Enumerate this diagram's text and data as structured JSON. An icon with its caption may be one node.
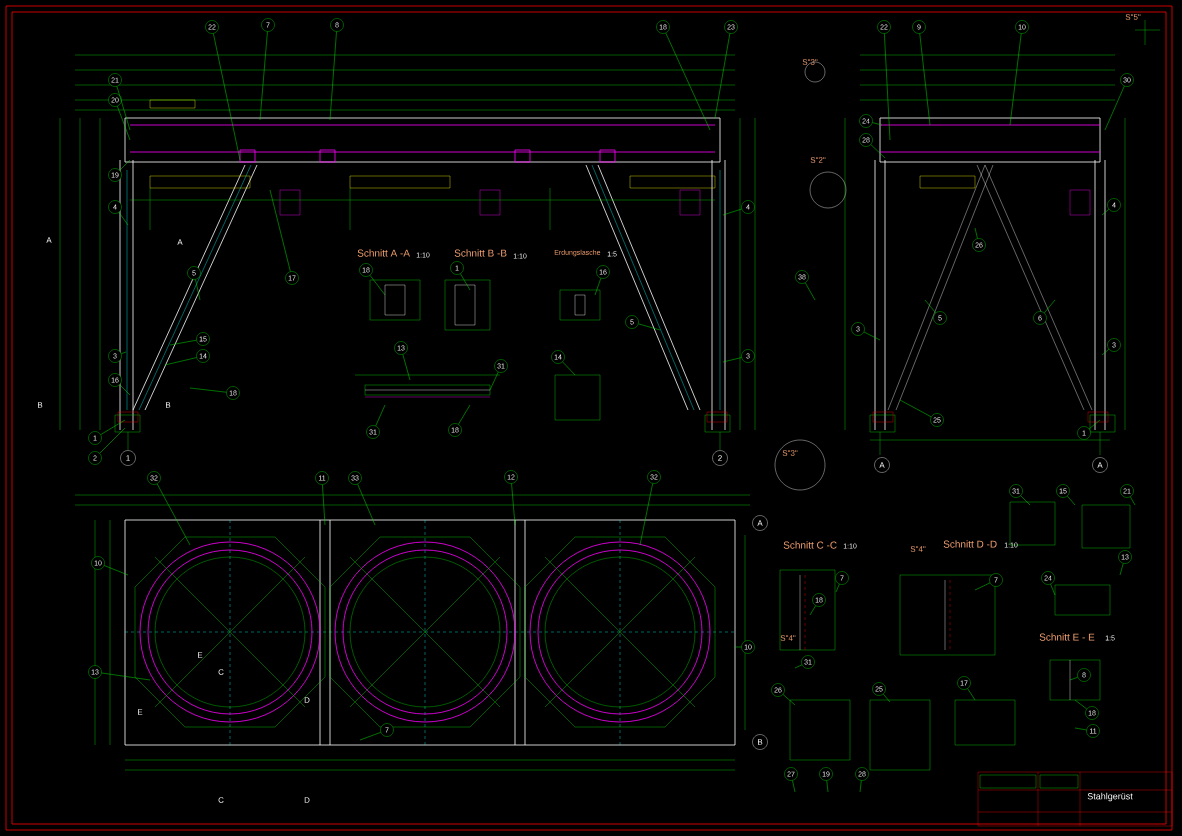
{
  "diagram": {
    "nodes": [
      {
        "text": [
          "22"
        ]
      },
      {
        "text": [
          "7"
        ]
      },
      {
        "text": [
          "8"
        ]
      },
      {
        "text": [
          "18"
        ]
      },
      {
        "text": [
          "23"
        ]
      },
      {
        "text": [
          "21"
        ]
      },
      {
        "text": [
          "20"
        ]
      },
      {
        "text": [
          "19"
        ]
      },
      {
        "text": [
          "4"
        ]
      },
      {
        "text": [
          "5"
        ]
      },
      {
        "text": [
          "17"
        ]
      },
      {
        "text": [
          "15"
        ]
      },
      {
        "text": [
          "14"
        ]
      },
      {
        "text": [
          "3"
        ]
      },
      {
        "text": [
          "16"
        ]
      },
      {
        "text": [
          "18"
        ]
      },
      {
        "text": [
          "1"
        ]
      },
      {
        "text": [
          "2"
        ]
      },
      {
        "text": [
          "4"
        ]
      },
      {
        "text": [
          "5"
        ]
      },
      {
        "text": [
          "3"
        ]
      },
      {
        "text": [
          "18"
        ]
      },
      {
        "text": [
          "1"
        ]
      },
      {
        "text": [
          "16"
        ]
      },
      {
        "text": [
          "13"
        ]
      },
      {
        "text": [
          "31"
        ]
      },
      {
        "text": [
          "31"
        ]
      },
      {
        "text": [
          "14"
        ]
      },
      {
        "text": [
          "18"
        ]
      },
      {
        "text": [
          "22"
        ]
      },
      {
        "text": [
          "9"
        ]
      },
      {
        "text": [
          "10"
        ]
      },
      {
        "text": [
          "30"
        ]
      },
      {
        "text": [
          "24"
        ]
      },
      {
        "text": [
          "28"
        ]
      },
      {
        "text": [
          "4"
        ]
      },
      {
        "text": [
          "5"
        ]
      },
      {
        "text": [
          "6"
        ]
      },
      {
        "text": [
          "3"
        ]
      },
      {
        "text": [
          "3"
        ]
      },
      {
        "text": [
          "26"
        ]
      },
      {
        "text": [
          "38"
        ]
      },
      {
        "text": [
          "25"
        ]
      },
      {
        "text": [
          "1"
        ]
      },
      {
        "text": [
          "32"
        ]
      },
      {
        "text": [
          "11"
        ]
      },
      {
        "text": [
          "33"
        ]
      },
      {
        "text": [
          "12"
        ]
      },
      {
        "text": [
          "32"
        ]
      },
      {
        "text": [
          "10"
        ]
      },
      {
        "text": [
          "13"
        ]
      },
      {
        "text": [
          "10"
        ]
      },
      {
        "text": [
          "7"
        ]
      },
      {
        "text": [
          "31"
        ]
      },
      {
        "text": [
          "15"
        ]
      },
      {
        "text": [
          "21"
        ]
      },
      {
        "text": [
          "7"
        ]
      },
      {
        "text": [
          "18"
        ]
      },
      {
        "text": [
          "31"
        ]
      },
      {
        "text": [
          "7"
        ]
      },
      {
        "text": [
          "13"
        ]
      },
      {
        "text": [
          "24"
        ]
      },
      {
        "text": [
          "26"
        ]
      },
      {
        "text": [
          "25"
        ]
      },
      {
        "text": [
          "17"
        ]
      },
      {
        "text": [
          "8"
        ]
      },
      {
        "text": [
          "18"
        ]
      },
      {
        "text": [
          "11"
        ]
      },
      {
        "text": [
          "27"
        ]
      },
      {
        "text": [
          "19"
        ]
      },
      {
        "text": [
          "28"
        ]
      },
      {
        "text": [
          "1"
        ]
      },
      {
        "text": [
          "2"
        ]
      },
      {
        "text": [
          "A"
        ]
      },
      {
        "text": [
          "A"
        ]
      },
      {
        "text": [
          "A"
        ]
      },
      {
        "text": [
          "B"
        ]
      }
    ],
    "edges": [
      {
        "from": 0,
        "to": null,
        "arrow": "none"
      },
      {
        "from": 1,
        "to": null,
        "arrow": "none"
      },
      {
        "from": 2,
        "to": null,
        "arrow": "none"
      },
      {
        "from": 3,
        "to": null,
        "arrow": "none"
      },
      {
        "from": 4,
        "to": null,
        "arrow": "none"
      },
      {
        "from": 5,
        "to": null,
        "arrow": "none"
      },
      {
        "from": 6,
        "to": null,
        "arrow": "none"
      },
      {
        "from": 7,
        "to": null,
        "arrow": "none"
      },
      {
        "from": 8,
        "to": null,
        "arrow": "none"
      },
      {
        "from": 9,
        "to": null,
        "arrow": "none"
      },
      {
        "from": 10,
        "to": null,
        "arrow": "none"
      },
      {
        "from": 11,
        "to": null,
        "arrow": "none"
      },
      {
        "from": 12,
        "to": null,
        "arrow": "none"
      },
      {
        "from": 13,
        "to": null,
        "arrow": "none"
      },
      {
        "from": 14,
        "to": null,
        "arrow": "none"
      },
      {
        "from": 15,
        "to": null,
        "arrow": "none"
      },
      {
        "from": 16,
        "to": null,
        "arrow": "none"
      },
      {
        "from": 17,
        "to": null,
        "arrow": "none"
      },
      {
        "from": 18,
        "to": null,
        "arrow": "none"
      },
      {
        "from": 19,
        "to": null,
        "arrow": "none"
      },
      {
        "from": 20,
        "to": null,
        "arrow": "none"
      },
      {
        "from": 21,
        "to": null,
        "arrow": "none"
      },
      {
        "from": 22,
        "to": null,
        "arrow": "none"
      },
      {
        "from": 23,
        "to": null,
        "arrow": "none"
      },
      {
        "from": 24,
        "to": null,
        "arrow": "none"
      },
      {
        "from": 25,
        "to": null,
        "arrow": "none"
      },
      {
        "from": 26,
        "to": null,
        "arrow": "none"
      },
      {
        "from": 27,
        "to": null,
        "arrow": "none"
      },
      {
        "from": 28,
        "to": null,
        "arrow": "none"
      },
      {
        "from": 29,
        "to": null,
        "arrow": "none"
      },
      {
        "from": 30,
        "to": null,
        "arrow": "none"
      },
      {
        "from": 31,
        "to": null,
        "arrow": "none"
      },
      {
        "from": 32,
        "to": null,
        "arrow": "none"
      },
      {
        "from": 33,
        "to": null,
        "arrow": "none"
      },
      {
        "from": 34,
        "to": null,
        "arrow": "none"
      },
      {
        "from": 35,
        "to": null,
        "arrow": "none"
      },
      {
        "from": 36,
        "to": null,
        "arrow": "none"
      },
      {
        "from": 37,
        "to": null,
        "arrow": "none"
      },
      {
        "from": 38,
        "to": null,
        "arrow": "none"
      },
      {
        "from": 39,
        "to": null,
        "arrow": "none"
      },
      {
        "from": 40,
        "to": null,
        "arrow": "none"
      },
      {
        "from": 41,
        "to": null,
        "arrow": "none"
      },
      {
        "from": 42,
        "to": null,
        "arrow": "none"
      },
      {
        "from": 43,
        "to": null,
        "arrow": "none"
      },
      {
        "from": 44,
        "to": null,
        "arrow": "none"
      },
      {
        "from": 45,
        "to": null,
        "arrow": "none"
      },
      {
        "from": 46,
        "to": null,
        "arrow": "none"
      },
      {
        "from": 47,
        "to": null,
        "arrow": "none"
      },
      {
        "from": 48,
        "to": null,
        "arrow": "none"
      },
      {
        "from": 49,
        "to": null,
        "arrow": "none"
      },
      {
        "from": 50,
        "to": null,
        "arrow": "none"
      },
      {
        "from": 51,
        "to": null,
        "arrow": "none"
      },
      {
        "from": 52,
        "to": null,
        "arrow": "none"
      },
      {
        "from": 53,
        "to": null,
        "arrow": "none"
      },
      {
        "from": 54,
        "to": null,
        "arrow": "none"
      },
      {
        "from": 55,
        "to": null,
        "arrow": "none"
      },
      {
        "from": 56,
        "to": null,
        "arrow": "none"
      },
      {
        "from": 57,
        "to": null,
        "arrow": "none"
      },
      {
        "from": 58,
        "to": null,
        "arrow": "none"
      },
      {
        "from": 59,
        "to": null,
        "arrow": "none"
      },
      {
        "from": 60,
        "to": null,
        "arrow": "none"
      },
      {
        "from": 61,
        "to": null,
        "arrow": "none"
      },
      {
        "from": 62,
        "to": null,
        "arrow": "none"
      },
      {
        "from": 63,
        "to": null,
        "arrow": "none"
      },
      {
        "from": 64,
        "to": null,
        "arrow": "none"
      },
      {
        "from": 65,
        "to": null,
        "arrow": "none"
      },
      {
        "from": 66,
        "to": null,
        "arrow": "none"
      },
      {
        "from": 67,
        "to": null,
        "arrow": "none"
      },
      {
        "from": 68,
        "to": null,
        "arrow": "none"
      },
      {
        "from": 69,
        "to": null,
        "arrow": "none"
      },
      {
        "from": 70,
        "to": null,
        "arrow": "none"
      }
    ],
    "labels": [
      "S\"5\"",
      "S\"3\"",
      "S\"2\"",
      "A",
      "A",
      "Schnitt A -A",
      "1:10",
      "Schnitt B -B",
      "1:10",
      "Erdungslasche",
      "1:5",
      "B",
      "B",
      "S\"3\"",
      "Schnitt C -C",
      "1:10",
      "S\"4\"",
      "Schnitt D -D",
      "1:10",
      "S\"4\"",
      "Schnitt E - E",
      "1:5",
      "E",
      "C",
      "D",
      "E",
      "Stahlgerüst",
      "C",
      "D"
    ]
  }
}
